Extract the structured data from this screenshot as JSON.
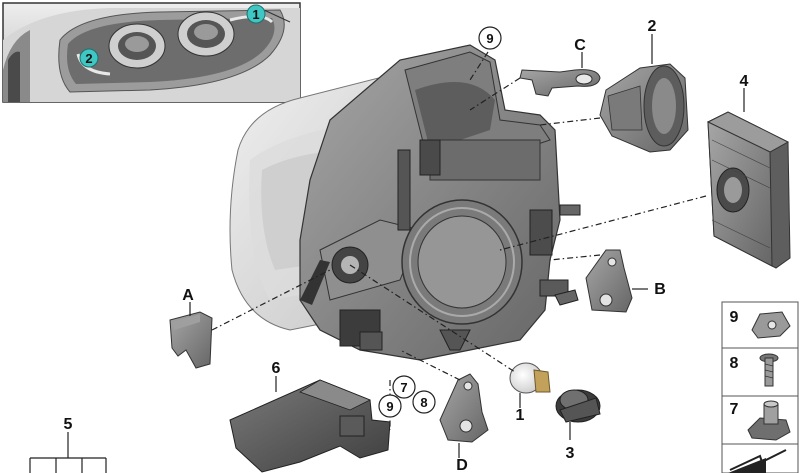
{
  "inset": {
    "markers": [
      "1",
      "2"
    ],
    "marker_color": "#3fc7c3"
  },
  "labels": {
    "bulb": "1",
    "drive": "2",
    "socket": "3",
    "module": "4",
    "kit": "5",
    "cover": "6",
    "seven": "7",
    "eight": "8",
    "nine": "9",
    "a": "A",
    "b": "B",
    "c": "C",
    "d": "D"
  },
  "legend": {
    "items": [
      {
        "num": "9",
        "icon": "spring-nut-icon"
      },
      {
        "num": "8",
        "icon": "screw-icon"
      },
      {
        "num": "7",
        "icon": "adjuster-icon"
      },
      {
        "num": "",
        "icon": "arrow-icon"
      }
    ]
  }
}
